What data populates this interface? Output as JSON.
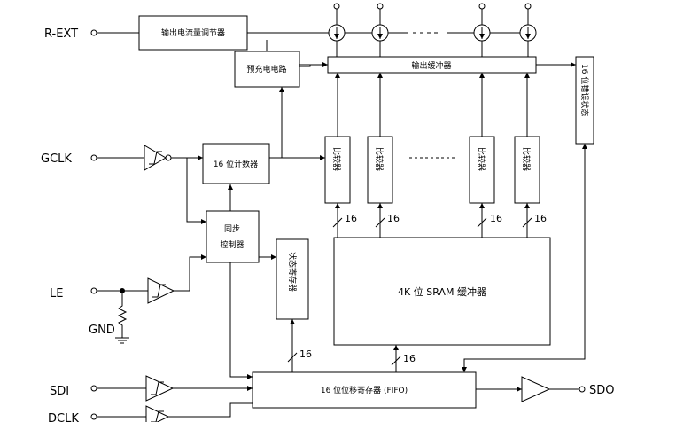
{
  "pins": {
    "rext": "R-EXT",
    "gclk": "GCLK",
    "le": "LE",
    "gnd": "GND",
    "sdi": "SDI",
    "dclk": "DCLK",
    "sdo": "SDO"
  },
  "blocks": {
    "current_regulator": "输出电流量调节器",
    "precharge": "预充电电路",
    "output_buffer": "输出缓冲器",
    "error_status": "16 位错误状态",
    "counter": "16 位计数器",
    "sync_line1": "同步",
    "sync_line2": "控制器",
    "status_reg": "状态寄存器",
    "comparator": "比较器",
    "sram": "4K 位 SRAM 缓冲器",
    "shift_reg": "16 位位移寄存器 (FIFO)"
  },
  "bus_labels": {
    "cmp1": "16",
    "cmp2": "16",
    "cmp3": "16",
    "cmp4": "16",
    "status": "16",
    "sram": "16"
  }
}
